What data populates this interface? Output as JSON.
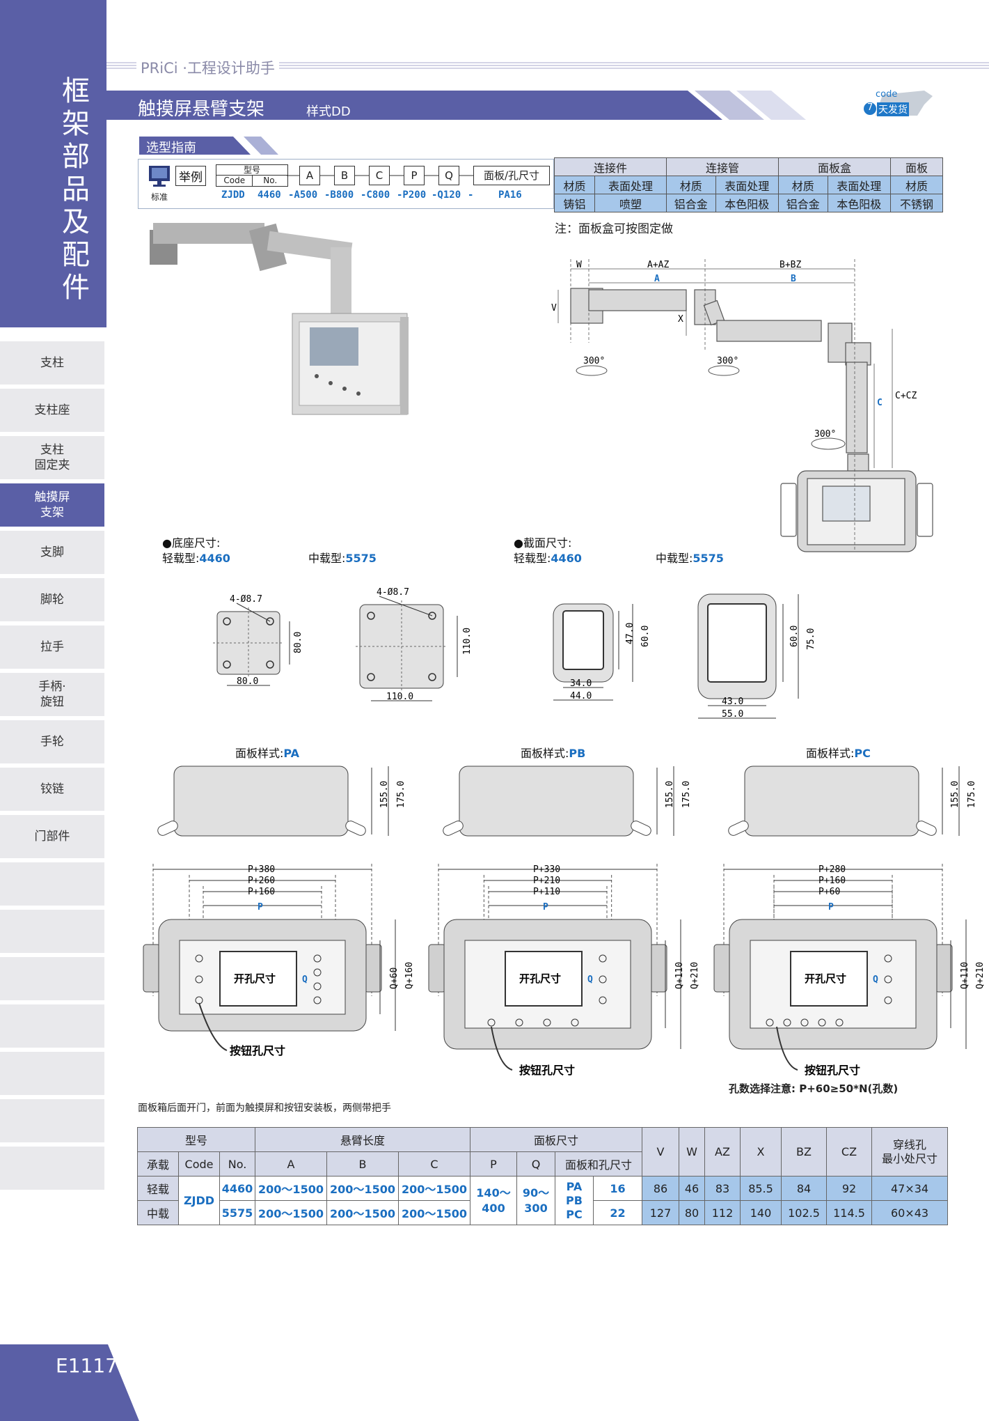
{
  "sidebar": {
    "category": "框架部品及配件",
    "items": [
      "支柱",
      "支柱座",
      "支柱\n固定夹",
      "触摸屏\n支架",
      "支脚",
      "脚轮",
      "拉手",
      "手柄·\n旋钮",
      "手轮",
      "铰链",
      "门部件",
      "",
      "",
      "",
      "",
      "",
      "",
      ""
    ],
    "active_index": 3,
    "page_number": "E1117",
    "colors": {
      "accent": "#5a5fa6",
      "item_bg": "#e9e9ec"
    }
  },
  "header": {
    "brand": "PRiCi ·工程设计助手",
    "title": "触摸屏悬臂支架",
    "subtitle": "样式DD",
    "delivery": {
      "code": "code",
      "days": "7",
      "text": "天发货"
    }
  },
  "guide": {
    "label": "选型指南",
    "example_label": "举例",
    "standard_label": "标准",
    "type_label": "型号",
    "code_label": "Code",
    "no_label": "No.",
    "cells": [
      "A",
      "B",
      "C",
      "P",
      "Q",
      "面板/孔尺寸"
    ],
    "values": [
      "ZJDD",
      "4460",
      "-A500",
      "-B800",
      "-C800",
      "-P200",
      "-Q120",
      "-",
      "PA16"
    ]
  },
  "materials": {
    "groups": [
      "连接件",
      "连接管",
      "面板盒",
      "面板"
    ],
    "headers": [
      "材质",
      "表面处理",
      "材质",
      "表面处理",
      "材质",
      "表面处理",
      "材质"
    ],
    "values": [
      "铸铝",
      "喷塑",
      "铝合金",
      "本色阳极",
      "铝合金",
      "本色阳极",
      "不锈钢"
    ],
    "note": "注：面板盒可按图定做"
  },
  "arm_diagram": {
    "labels": [
      "W",
      "A+AZ",
      "B+BZ",
      "A",
      "B",
      "V",
      "X",
      "C",
      "C+CZ"
    ],
    "rotation": "300°"
  },
  "base_size": {
    "title": "●底座尺寸:",
    "light": "轻载型:",
    "light_code": "4460",
    "medium": "中载型:",
    "medium_code": "5575",
    "d1": {
      "holes": "4-Ø8.7",
      "side": "80.0",
      "bottom": "80.0"
    },
    "d2": {
      "holes": "4-Ø8.7",
      "side": "110.0",
      "bottom": "110.0"
    }
  },
  "section_size": {
    "title": "●截面尺寸:",
    "light": "轻载型:",
    "light_code": "4460",
    "medium": "中载型:",
    "medium_code": "5575",
    "d1": {
      "h1": "47.0",
      "h2": "60.0",
      "w1": "34.0",
      "w2": "44.0"
    },
    "d2": {
      "h1": "60.0",
      "h2": "75.0",
      "w1": "43.0",
      "w2": "55.0"
    }
  },
  "panels": [
    {
      "label": "面板样式:",
      "code": "PA",
      "h1": "155.0",
      "h2": "175.0",
      "w3": "P+380",
      "w2": "P+260",
      "w1": "P+160",
      "p": "P",
      "q": "Q",
      "q1": "Q+60",
      "q2": "Q+160",
      "opening": "开孔尺寸",
      "button": "按钮孔尺寸"
    },
    {
      "label": "面板样式:",
      "code": "PB",
      "h1": "155.0",
      "h2": "175.0",
      "w3": "P+330",
      "w2": "P+210",
      "w1": "P+110",
      "p": "P",
      "q": "Q",
      "q1": "Q+110",
      "q2": "Q+210",
      "opening": "开孔尺寸",
      "button": "按钮孔尺寸"
    },
    {
      "label": "面板样式:",
      "code": "PC",
      "h1": "155.0",
      "h2": "175.0",
      "w3": "P+280",
      "w2": "P+160",
      "w1": "P+60",
      "p": "P",
      "q": "Q",
      "q1": "Q+110",
      "q2": "Q+210",
      "opening": "开孔尺寸",
      "button": "按钮孔尺寸"
    }
  ],
  "hole_note": "孔数选择注意: P+60≥50*N(孔数)",
  "description": "面板箱后面开门，前面为触摸屏和按钮安装板，两侧带把手",
  "spec": {
    "h_type": "型号",
    "h_arm": "悬臂长度",
    "h_panel": "面板尺寸",
    "h_load": "承载",
    "h_code": "Code",
    "h_no": "No.",
    "h_a": "A",
    "h_b": "B",
    "h_c": "C",
    "h_p": "P",
    "h_q": "Q",
    "h_hole": "面板和孔尺寸",
    "h_v": "V",
    "h_w": "W",
    "h_az": "AZ",
    "h_x": "X",
    "h_bz": "BZ",
    "h_cz": "CZ",
    "h_wire": "穿线孔\n最小处尺寸",
    "code": "ZJDD",
    "p_range": "140～\n400",
    "q_range": "90～\n300",
    "styles": "PA\nPB\nPC",
    "rows": [
      {
        "load": "轻载",
        "no": "4460",
        "a": "200～1500",
        "b": "200～1500",
        "c": "200～1500",
        "hole": "16",
        "v": "86",
        "w": "46",
        "az": "83",
        "x": "85.5",
        "bz": "84",
        "cz": "92",
        "wire": "47×34"
      },
      {
        "load": "中载",
        "no": "5575",
        "a": "200～1500",
        "b": "200～1500",
        "c": "200～1500",
        "hole": "22",
        "v": "127",
        "w": "80",
        "az": "112",
        "x": "140",
        "bz": "102.5",
        "cz": "114.5",
        "wire": "60×43"
      }
    ]
  }
}
